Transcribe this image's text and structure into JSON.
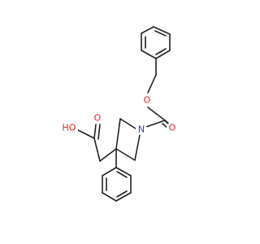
{
  "molecule": {
    "atoms": {
      "ho": {
        "text": "HO",
        "color": "#d9261c"
      },
      "o_carbonyl_acid": {
        "text": "O",
        "color": "#d9261c"
      },
      "o_ester": {
        "text": "O",
        "color": "#d9261c"
      },
      "o_carbonyl_carbamate": {
        "text": "O",
        "color": "#d9261c"
      },
      "n_azetidine": {
        "text": "N",
        "color": "#2b3bd6"
      }
    },
    "bond_color": "#222222"
  }
}
